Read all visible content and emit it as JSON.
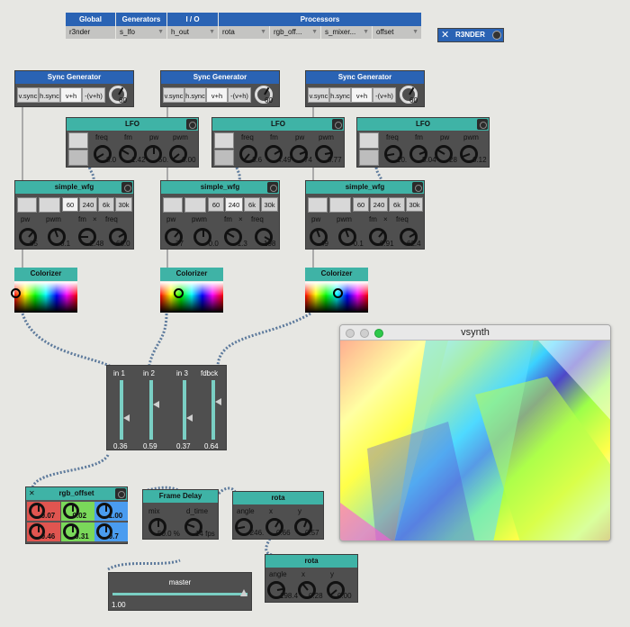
{
  "topbar": {
    "cols": [
      {
        "header": "Global",
        "cells": [
          {
            "value": "r3nder",
            "arrow": false
          }
        ]
      },
      {
        "header": "Generators",
        "cells": [
          {
            "value": "s_lfo",
            "arrow": true
          }
        ]
      },
      {
        "header": "I / O",
        "cells": [
          {
            "value": "h_out",
            "arrow": true
          }
        ]
      },
      {
        "header": "Processors",
        "cells": [
          {
            "value": "rota",
            "arrow": true
          },
          {
            "value": "rgb_off...",
            "arrow": true
          },
          {
            "value": "s_mixer...",
            "arrow": true
          },
          {
            "value": "offset",
            "arrow": true
          }
        ]
      }
    ]
  },
  "render": {
    "close": "✕",
    "label": "R3NDER"
  },
  "sync": [
    {
      "title": "Sync Generator",
      "buttons": [
        "v.sync",
        "h.sync",
        "v+h",
        "-(v+h)"
      ],
      "value": "60"
    },
    {
      "title": "Sync Generator",
      "buttons": [
        "v.sync",
        "h.sync",
        "v+h",
        "-(v+h)"
      ],
      "value": "60"
    },
    {
      "title": "Sync Generator",
      "buttons": [
        "v.sync",
        "h.sync",
        "v+h",
        "-(v+h)"
      ],
      "value": "60"
    }
  ],
  "lfo": [
    {
      "title": "LFO",
      "labels": [
        "freq",
        "fm",
        "pw",
        "pwm"
      ],
      "values": [
        "8.0",
        "1.42",
        "50.",
        "0.00"
      ]
    },
    {
      "title": "LFO",
      "labels": [
        "freq",
        "fm",
        "pw",
        "pwm"
      ],
      "values": [
        "3.6",
        "4.49",
        "74",
        "0.77"
      ]
    },
    {
      "title": "LFO",
      "labels": [
        "freq",
        "fm",
        "pw",
        "pwm"
      ],
      "values": [
        "10.",
        "5.04",
        "28",
        "0.12"
      ]
    }
  ],
  "wfg": [
    {
      "title": "simple_wfg",
      "nums": [
        "60",
        "240",
        "6k",
        "30k"
      ],
      "labels": [
        "pw",
        "pwm",
        "fm",
        "×",
        "freq"
      ],
      "values": [
        "85",
        "0.1",
        "-2.48",
        "60.0"
      ]
    },
    {
      "title": "simple_wfg",
      "nums": [
        "60",
        "240",
        "6k",
        "30k"
      ],
      "labels": [
        "pw",
        "pwm",
        "fm",
        "×",
        "freq"
      ],
      "values": [
        "77",
        "-0.0",
        "-1.3",
        "198"
      ]
    },
    {
      "title": "simple_wfg",
      "nums": [
        "60",
        "240",
        "6k",
        "30k"
      ],
      "labels": [
        "pw",
        "pwm",
        "fm",
        "×",
        "freq"
      ],
      "values": [
        "49",
        "-0.1",
        "0.91",
        "62.4"
      ]
    }
  ],
  "colorizer": [
    {
      "title": "Colorizer"
    },
    {
      "title": "Colorizer"
    },
    {
      "title": "Colorizer"
    }
  ],
  "mixer": {
    "labels": [
      "in 1",
      "in 2",
      "in 3",
      "fdbck"
    ],
    "values": [
      "0.36",
      "0.59",
      "0.37",
      "0.64"
    ],
    "levels": [
      0.36,
      0.59,
      0.37,
      0.64
    ]
  },
  "rgb_offset": {
    "title": "rgb_offset",
    "close": "✕",
    "values": [
      "-0.07",
      "0.02",
      "-1.00",
      "-0.46",
      "-0.31",
      "-0.7"
    ],
    "colors": [
      "#e05550",
      "#7ad85a",
      "#4a9cf0",
      "#e05550",
      "#7ad85a",
      "#4a9cf0"
    ]
  },
  "frame_delay": {
    "title": "Frame Delay",
    "labels": [
      "mix",
      "d_time"
    ],
    "values": [
      "50.0 %",
      "14 fps"
    ]
  },
  "rota1": {
    "title": "rota",
    "labels": [
      "angle",
      "x",
      "y"
    ],
    "values": [
      "-246.",
      "0.66",
      "0.57"
    ]
  },
  "rota2": {
    "title": "rota",
    "labels": [
      "angle",
      "x",
      "y"
    ],
    "values": [
      "198.4",
      "0.28",
      "0.00"
    ]
  },
  "master": {
    "title": "master",
    "value": "1.00",
    "level": 1.0
  },
  "window": {
    "title": "vsynth"
  },
  "colors": {
    "blue": "#2a63b4",
    "teal": "#3fb3a6",
    "module": "#4f4f4f"
  }
}
